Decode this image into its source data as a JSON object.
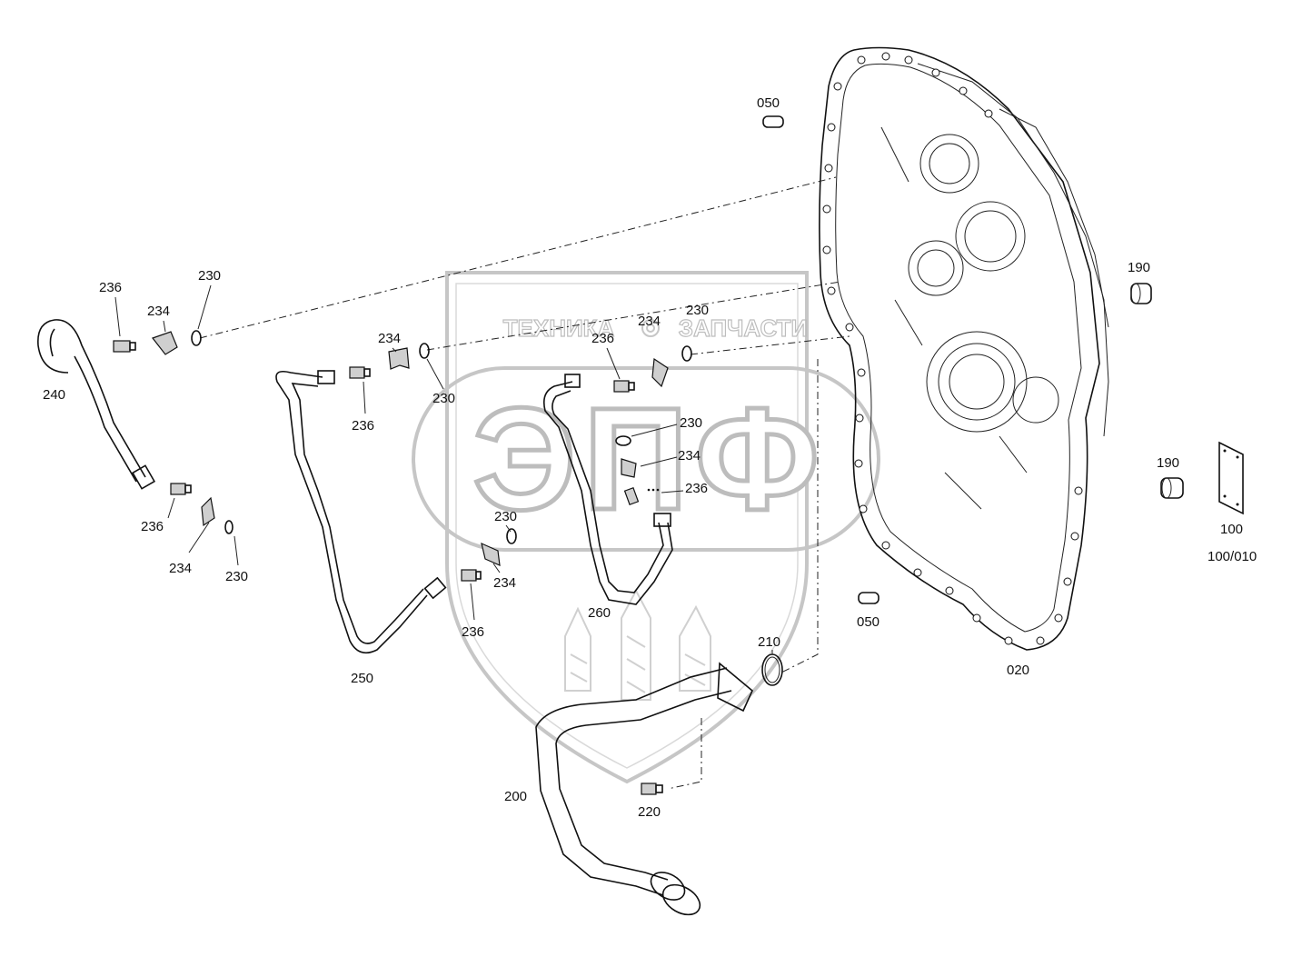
{
  "watermark": {
    "line1_left": "ТЕХНИКА",
    "line1_right": "ЗАПЧАСТИ",
    "big": "ЭПФ"
  },
  "labels": {
    "p050a": "050",
    "p050b": "050",
    "p190a": "190",
    "p190b": "190",
    "p100": "100",
    "p100_010": "100/010",
    "p020": "020",
    "p200": "200",
    "p210": "210",
    "p220": "220",
    "p240": "240",
    "p250": "250",
    "p260": "260",
    "p236_1": "236",
    "p236_2": "236",
    "p236_3": "236",
    "p236_4": "236",
    "p236_5": "236",
    "p236_6": "236",
    "p234_1": "234",
    "p234_2": "234",
    "p234_3": "234",
    "p234_4": "234",
    "p234_5": "234",
    "p234_6": "234",
    "p230_1": "230",
    "p230_2": "230",
    "p230_3": "230",
    "p230_4": "230",
    "p230_5": "230",
    "p230_6": "230"
  }
}
